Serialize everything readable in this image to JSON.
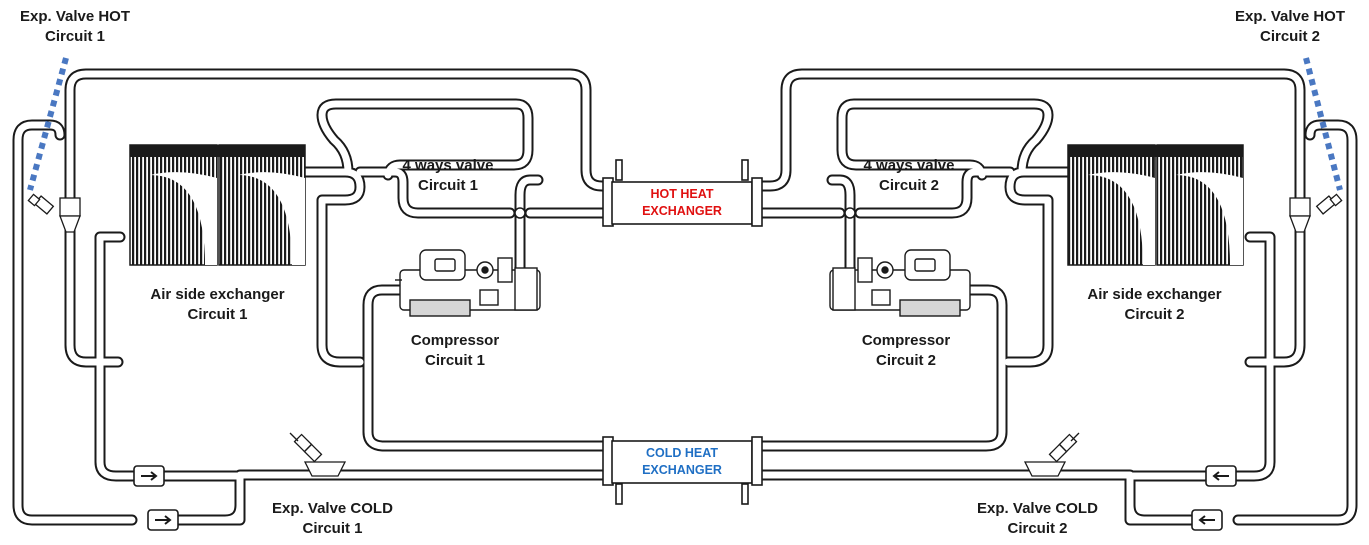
{
  "labels": {
    "exp_hot_1": [
      "Exp. Valve HOT",
      "Circuit 1"
    ],
    "exp_hot_2": [
      "Exp. Valve HOT",
      "Circuit 2"
    ],
    "four_way_1": [
      "4 ways valve",
      "Circuit 1"
    ],
    "four_way_2": [
      "4 ways valve",
      "Circuit 2"
    ],
    "air_side_1": [
      "Air side exchanger",
      "Circuit 1"
    ],
    "air_side_2": [
      "Air side exchanger",
      "Circuit 2"
    ],
    "compressor_1": [
      "Compressor",
      "Circuit 1"
    ],
    "compressor_2": [
      "Compressor",
      "Circuit 2"
    ],
    "exp_cold_1": [
      "Exp. Valve COLD",
      "Circuit 1"
    ],
    "exp_cold_2": [
      "Exp. Valve COLD",
      "Circuit 2"
    ]
  },
  "hot_exchanger": {
    "lines": [
      "HOT HEAT",
      "EXCHANGER"
    ],
    "color": "#e01010"
  },
  "cold_exchanger": {
    "lines": [
      "COLD HEAT",
      "EXCHANGER"
    ],
    "color": "#1f6fc4"
  },
  "colors": {
    "pipe": "#1a1a1a",
    "dashed_connector": "#4a78c2",
    "background": "#ffffff"
  }
}
